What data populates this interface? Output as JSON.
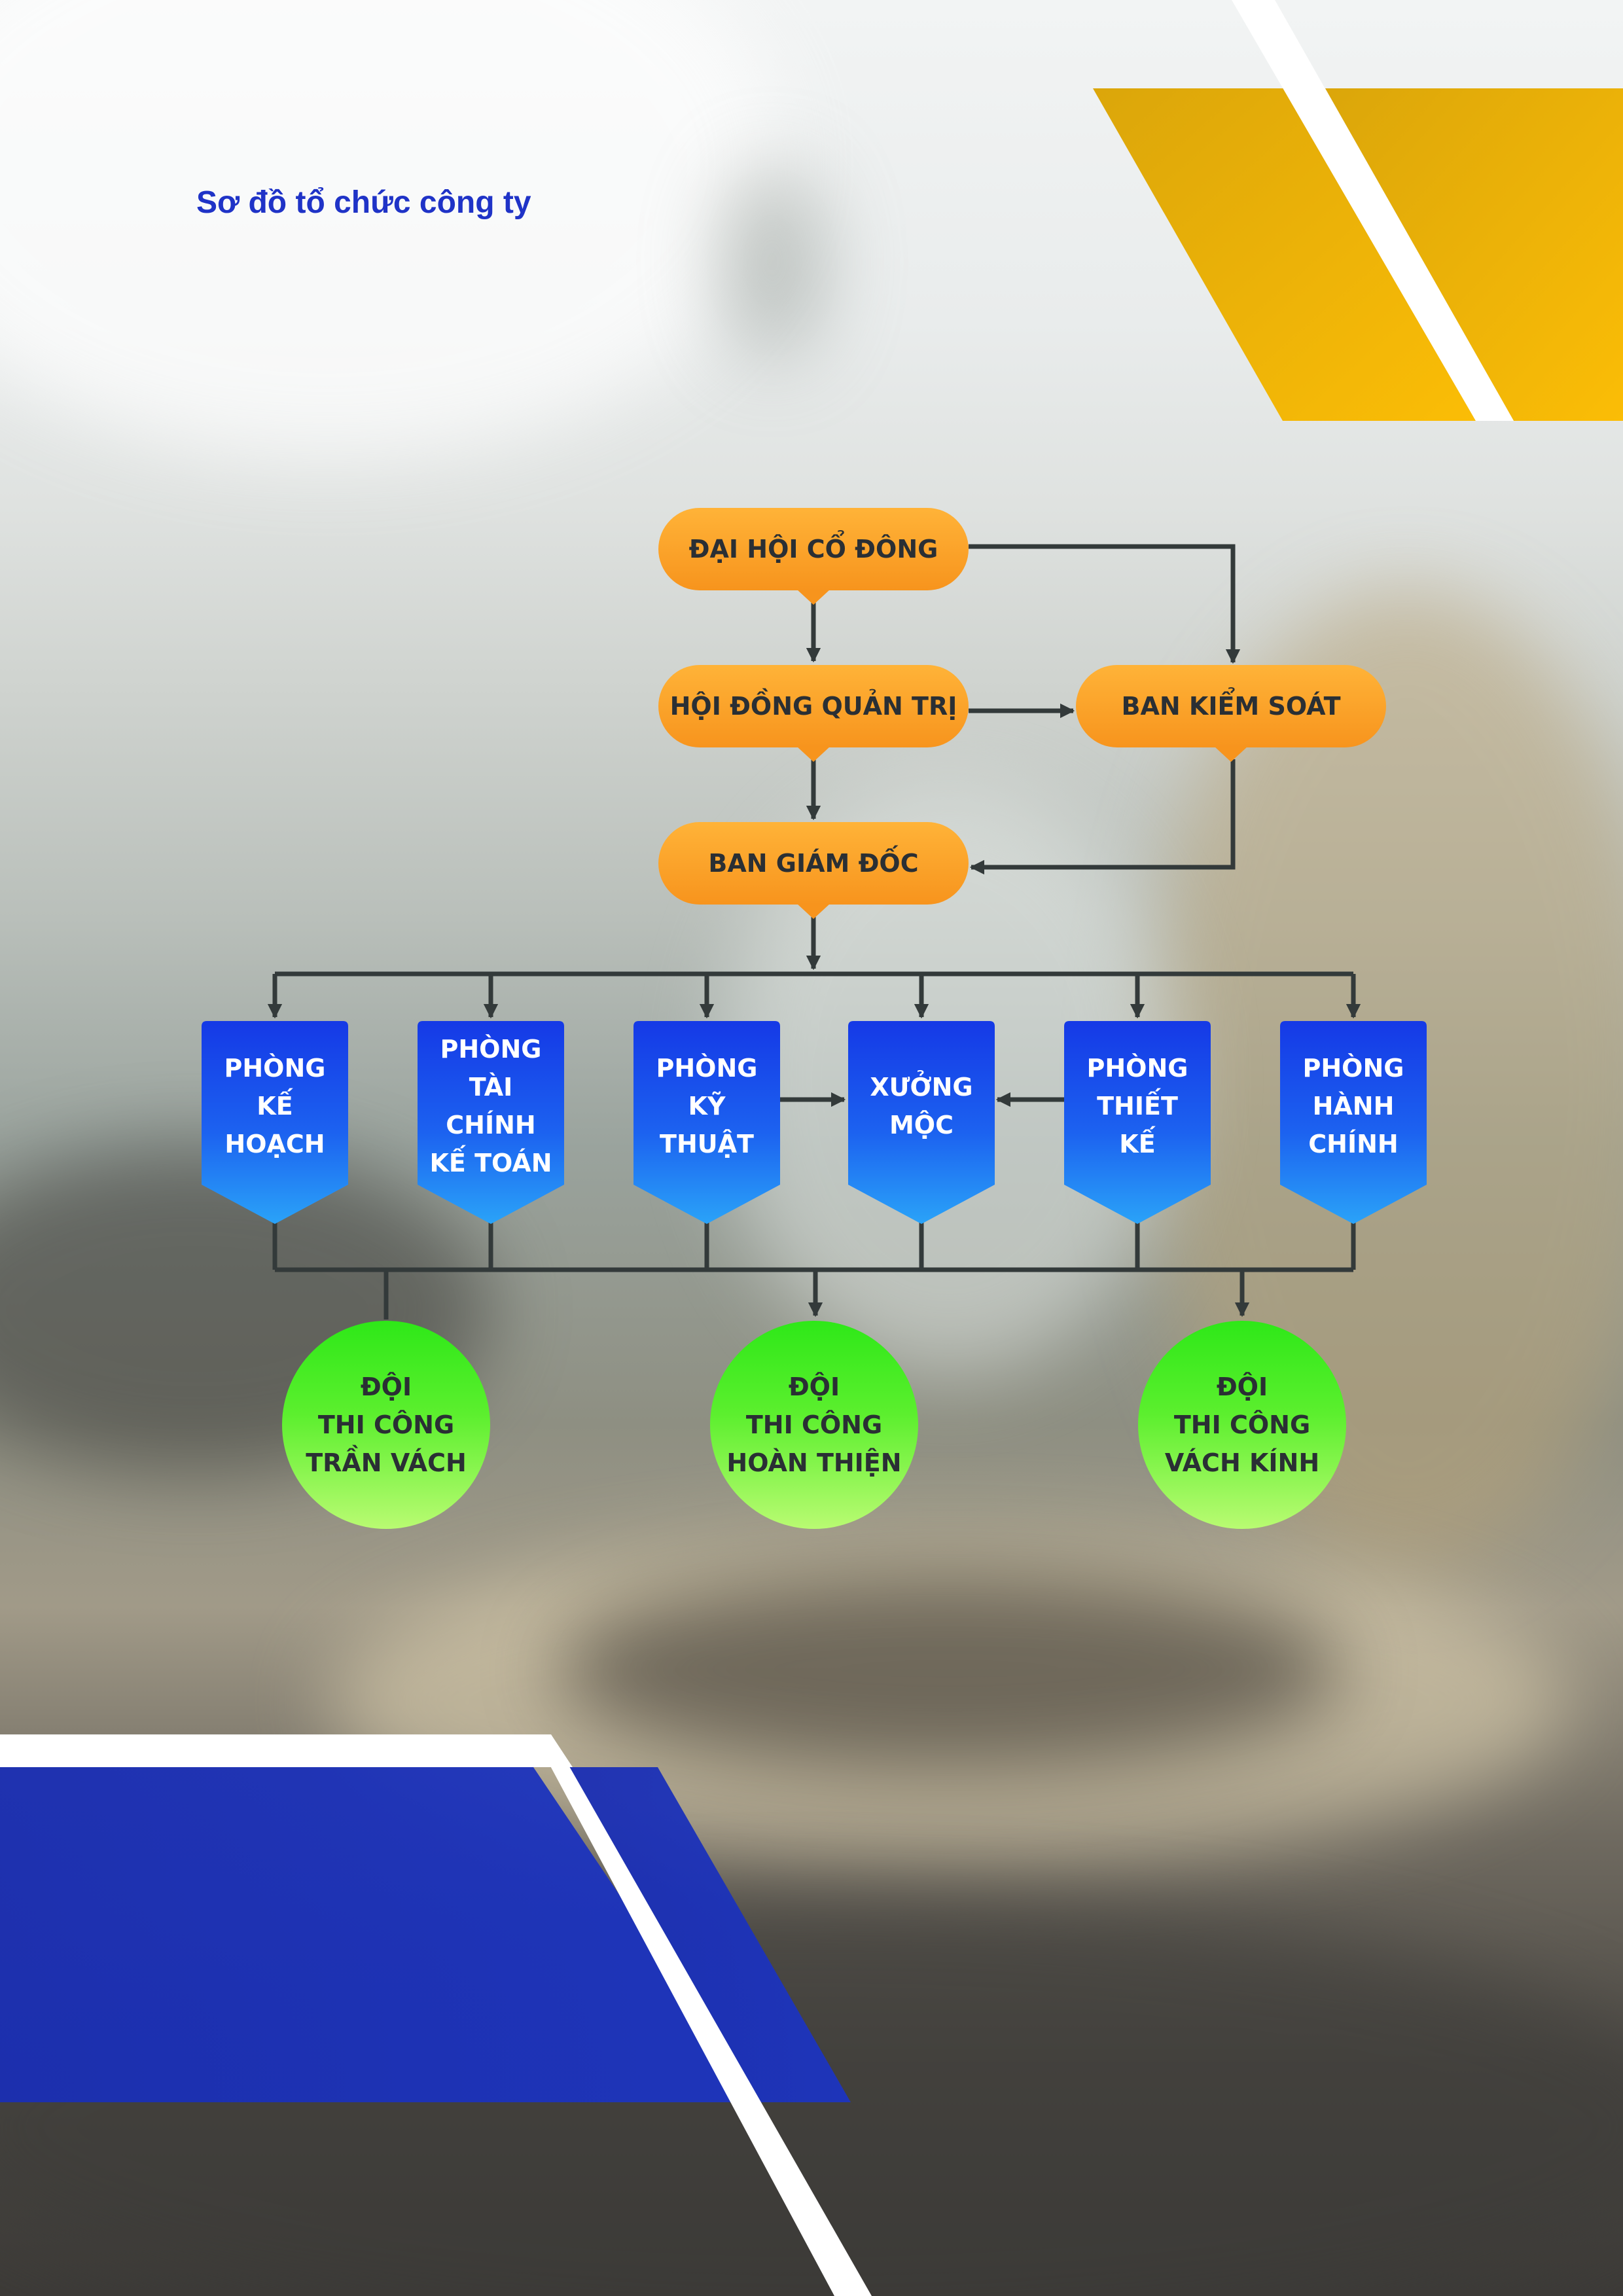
{
  "page": {
    "title": "Sơ đồ tổ chức công ty"
  },
  "colors": {
    "title": "#1f33c7",
    "leadership_fill": "#f7941d",
    "department_fill": "#1539e6",
    "team_fill": "#2ee818",
    "connector": "#333a3a",
    "accent_yellow": "#e3ad05",
    "accent_blue": "#1a2eb3"
  },
  "leadership": {
    "shareholders": "ĐẠI HỘI CỔ ĐÔNG",
    "board": "HỘI ĐỒNG QUẢN TRỊ",
    "supervisory": "BAN KIỂM SOÁT",
    "directors": "BAN GIÁM ĐỐC"
  },
  "departments": [
    {
      "lines": [
        "PHÒNG",
        "KẾ",
        "HOẠCH"
      ]
    },
    {
      "lines": [
        "PHÒNG",
        "TÀI",
        "CHÍNH",
        "KẾ TOÁN"
      ]
    },
    {
      "lines": [
        "PHÒNG",
        "KỸ",
        "THUẬT"
      ]
    },
    {
      "lines": [
        "XƯỞNG",
        "MỘC"
      ]
    },
    {
      "lines": [
        "PHÒNG",
        "THIẾT",
        "KẾ"
      ]
    },
    {
      "lines": [
        "PHÒNG",
        "HÀNH",
        "CHÍNH"
      ]
    }
  ],
  "teams": [
    {
      "lines": [
        "ĐỘI",
        "THI CÔNG",
        "TRẦN VÁCH"
      ]
    },
    {
      "lines": [
        "ĐỘI",
        "THI CÔNG",
        "HOÀN THIỆN"
      ]
    },
    {
      "lines": [
        "ĐỘI",
        "THI CÔNG",
        "VÁCH KÍNH"
      ]
    }
  ]
}
